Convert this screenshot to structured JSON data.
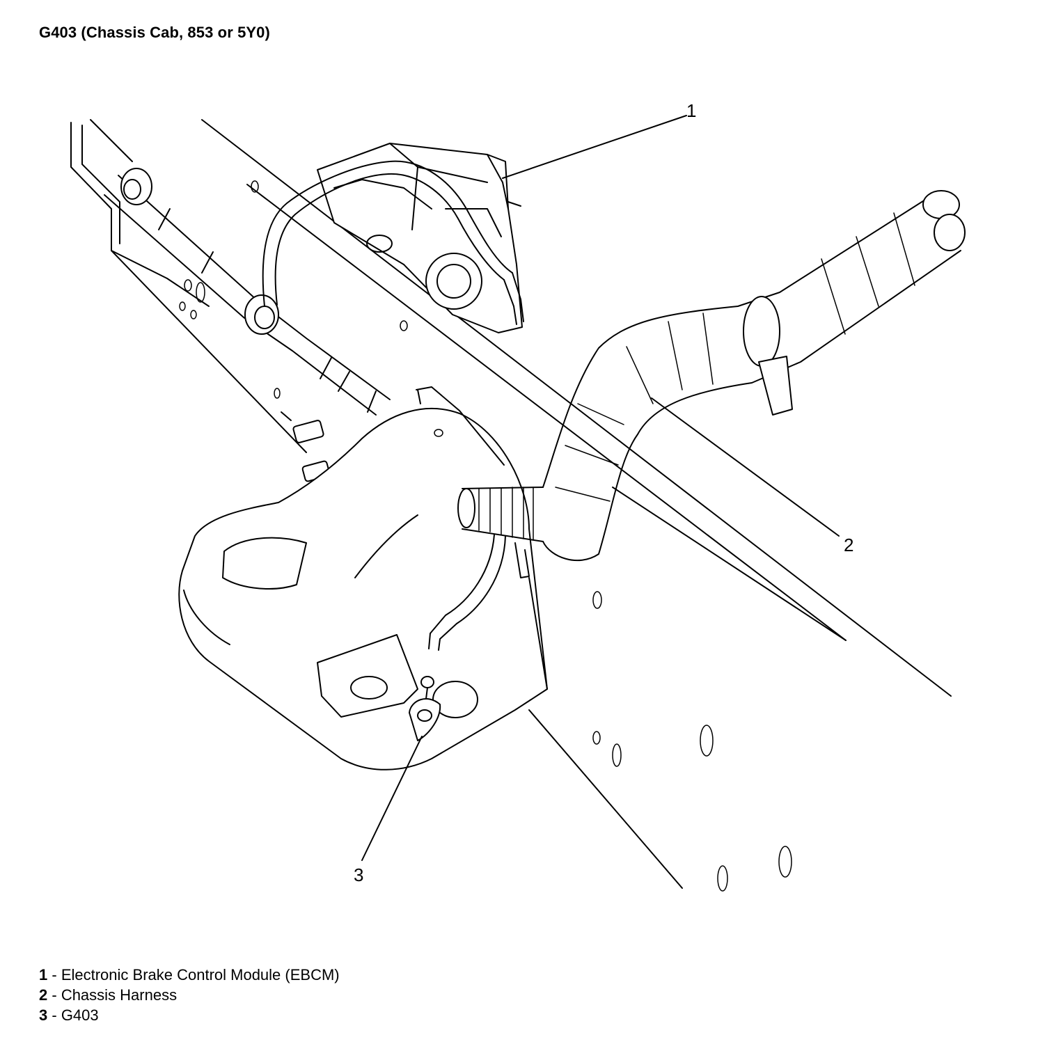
{
  "title": "G403 (Chassis Cab, 853 or 5Y0)",
  "callouts": [
    {
      "number": "1",
      "label": "Electronic Brake Control Module (EBCM)"
    },
    {
      "number": "2",
      "label": "Chassis Harness"
    },
    {
      "number": "3",
      "label": "G403"
    }
  ],
  "legend_separator": " - ",
  "colors": {
    "line": "#000000",
    "background": "#ffffff"
  }
}
